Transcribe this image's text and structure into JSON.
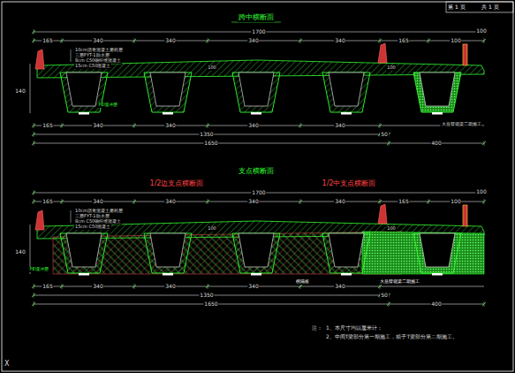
{
  "diagram": {
    "title": "跨中横断面",
    "labels": [
      "第 1 页",
      "共 1 页",
      "支点横断面",
      "1/2边支点横断面",
      "1/2中支点横断面",
      "1700",
      "100",
      "165",
      "340",
      "340",
      "340",
      "340",
      "165",
      "100",
      "10cm沥青混凝土磨耗层",
      "三层FYT-1防水层",
      "8cm C50钢纤维混凝土",
      "15cm C50混凝土",
      "PE缓冲层",
      "140",
      "100",
      "100",
      "大悬臂箱梁二期施工",
      "165",
      "340",
      "340",
      "340",
      "340",
      "1350",
      "50",
      "1650",
      "400",
      "1700",
      "100",
      "165",
      "340",
      "340",
      "340",
      "340",
      "165",
      "100",
      "10cm沥青混凝土磨耗层",
      "三层FYT-1防水层",
      "8cm C50钢纤维混凝土",
      "15cm C50混凝土",
      "PE缓冲层",
      "140",
      "100",
      "100",
      "横隔板",
      "大悬臂箱梁二期施工",
      "165",
      "340",
      "340",
      "340",
      "340",
      "1350",
      "50",
      "1650",
      "400",
      "注：",
      "1、本尺寸均以厘米计；",
      "2、中间T梁部分第一期施工，箱子T梁部分第二期施工。",
      "X"
    ]
  }
}
